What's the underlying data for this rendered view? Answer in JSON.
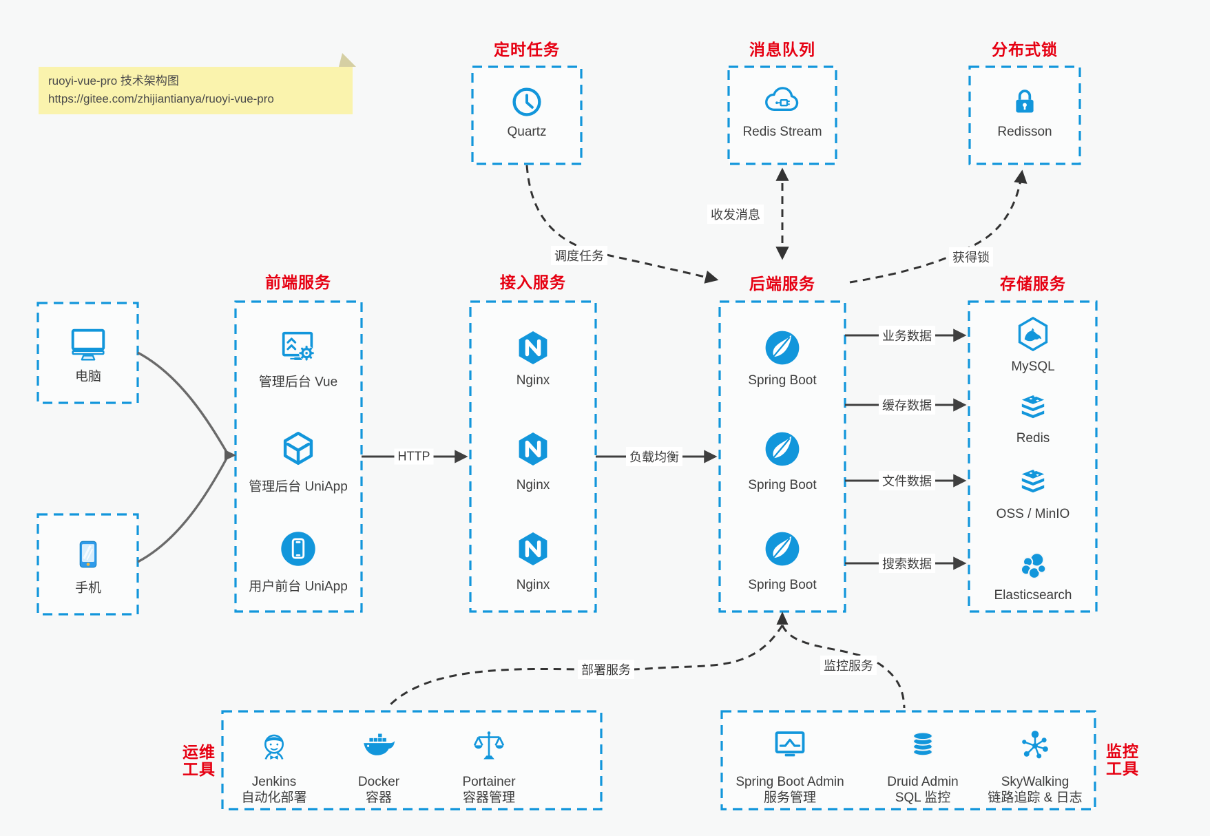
{
  "colors": {
    "accent": "#1296db",
    "title_red": "#e60012",
    "note_bg": "#faf3ad",
    "canvas_bg": "#f7f8f8",
    "solid_arrow": "#3f3f3f",
    "dashed_arrow": "#333333",
    "client_curve": "#6a6a6a",
    "label_ink": "#3d3d3d"
  },
  "note": {
    "line1": "ruoyi-vue-pro 技术架构图",
    "line2": "https://gitee.com/zhijiantianya/ruoyi-vue-pro"
  },
  "groups": {
    "scheduled_jobs": {
      "title": "定时任务",
      "nodes": [
        {
          "label": "Quartz",
          "icon": "clock-icon"
        }
      ]
    },
    "message_queue": {
      "title": "消息队列",
      "nodes": [
        {
          "label": "Redis Stream",
          "icon": "cloud-circuit-icon"
        }
      ]
    },
    "distributed_lock": {
      "title": "分布式锁",
      "nodes": [
        {
          "label": "Redisson",
          "icon": "padlock-icon"
        }
      ]
    },
    "clients": {
      "nodes": [
        {
          "label": "电脑",
          "icon": "desktop-computer-icon"
        },
        {
          "label": "手机",
          "icon": "mobile-phone-icon"
        }
      ]
    },
    "frontend": {
      "title": "前端服务",
      "nodes": [
        {
          "label": "管理后台 Vue",
          "icon": "admin-console-icon"
        },
        {
          "label": "管理后台 UniApp",
          "icon": "cube-icon"
        },
        {
          "label": "用户前台 UniApp",
          "icon": "mobile-app-icon"
        }
      ]
    },
    "gateway": {
      "title": "接入服务",
      "nodes": [
        {
          "label": "Nginx",
          "icon": "nginx-icon"
        },
        {
          "label": "Nginx",
          "icon": "nginx-icon"
        },
        {
          "label": "Nginx",
          "icon": "nginx-icon"
        }
      ]
    },
    "backend": {
      "title": "后端服务",
      "nodes": [
        {
          "label": "Spring Boot",
          "icon": "spring-leaf-icon"
        },
        {
          "label": "Spring Boot",
          "icon": "spring-leaf-icon"
        },
        {
          "label": "Spring Boot",
          "icon": "spring-leaf-icon"
        }
      ]
    },
    "storage": {
      "title": "存储服务",
      "nodes": [
        {
          "label": "MySQL",
          "icon": "mysql-dolphin-icon"
        },
        {
          "label": "Redis",
          "icon": "redis-stack-icon"
        },
        {
          "label": "OSS / MinIO",
          "icon": "storage-stack-icon"
        },
        {
          "label": "Elasticsearch",
          "icon": "elasticsearch-icon"
        }
      ]
    },
    "ops_tools": {
      "title_lines": [
        "运维",
        "工具"
      ],
      "nodes": [
        {
          "label": "Jenkins",
          "sublabel": "自动化部署",
          "icon": "jenkins-butler-icon"
        },
        {
          "label": "Docker",
          "sublabel": "容器",
          "icon": "docker-whale-icon"
        },
        {
          "label": "Portainer",
          "sublabel": "容器管理",
          "icon": "scales-icon"
        }
      ]
    },
    "monitoring_tools": {
      "title_lines": [
        "监控",
        "工具"
      ],
      "nodes": [
        {
          "label": "Spring Boot Admin",
          "sublabel": "服务管理",
          "icon": "monitor-chart-icon"
        },
        {
          "label": "Druid Admin",
          "sublabel": "SQL 监控",
          "icon": "database-icon"
        },
        {
          "label": "SkyWalking",
          "sublabel": "链路追踪 & 日志",
          "icon": "network-nodes-icon"
        }
      ]
    }
  },
  "edges": {
    "http": {
      "label": "HTTP"
    },
    "load_balance": {
      "label": "负载均衡"
    },
    "schedule_task": {
      "label": "调度任务"
    },
    "messaging": {
      "label": "收发消息"
    },
    "acquire_lock": {
      "label": "获得锁"
    },
    "business_data": {
      "label": "业务数据"
    },
    "cache_data": {
      "label": "缓存数据"
    },
    "file_data": {
      "label": "文件数据"
    },
    "search_data": {
      "label": "搜索数据"
    },
    "deploy_service": {
      "label": "部署服务"
    },
    "monitor_service": {
      "label": "监控服务"
    }
  }
}
